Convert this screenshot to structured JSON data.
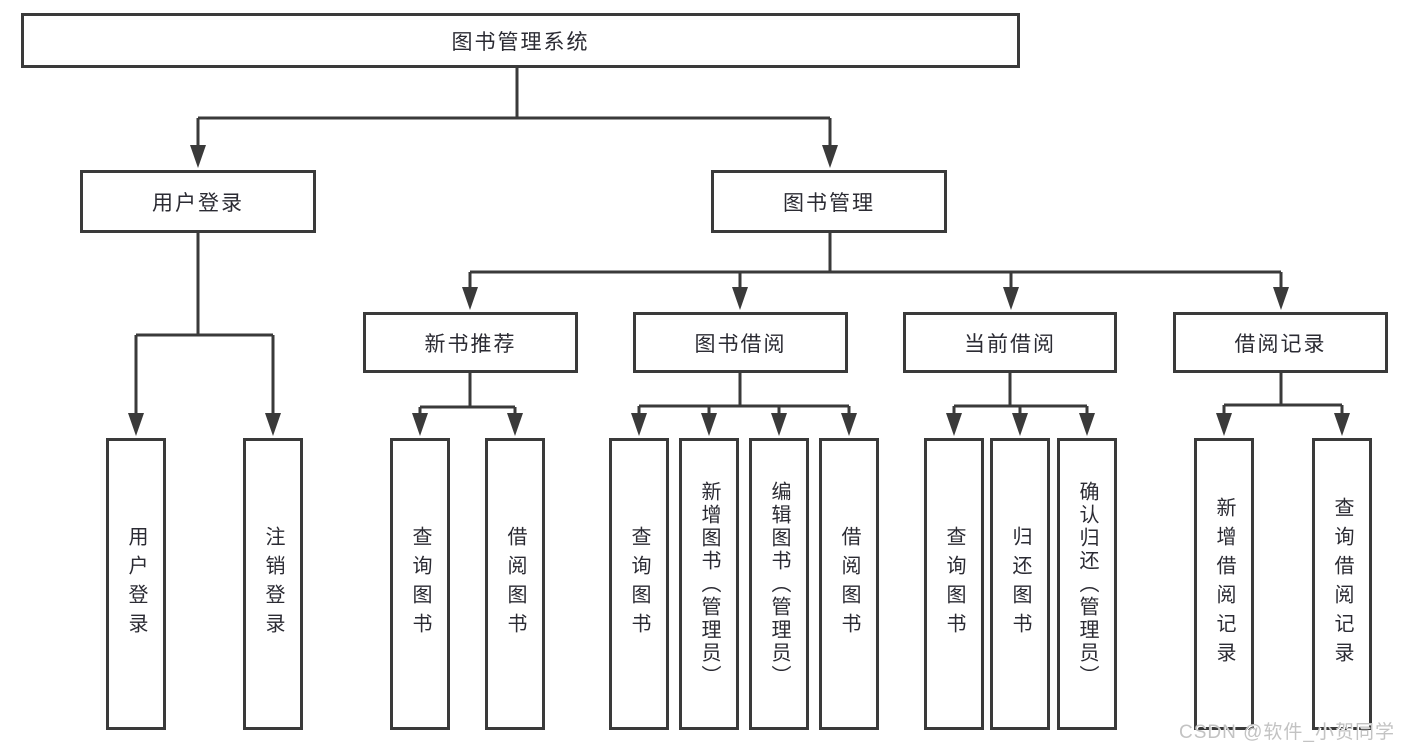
{
  "diagram": {
    "title": "图书管理系统",
    "user_branch": {
      "label": "用户登录",
      "children": [
        "用户登录",
        "注销登录"
      ]
    },
    "management_branch": {
      "label": "图书管理",
      "modules": [
        {
          "label": "新书推荐",
          "children": [
            "查询图书",
            "借阅图书"
          ]
        },
        {
          "label": "图书借阅",
          "children": [
            "查询图书",
            "新增图书（管理员）",
            "编辑图书（管理员）",
            "借阅图书"
          ]
        },
        {
          "label": "当前借阅",
          "children": [
            "查询图书",
            "归还图书",
            "确认归还（管理员）"
          ]
        },
        {
          "label": "借阅记录",
          "children": [
            "新增借阅记录",
            "查询借阅记录"
          ]
        }
      ]
    },
    "watermark": "CSDN @软件_小贺同学",
    "colors": {
      "line": "#3a3a3a",
      "text": "#2b2b33",
      "watermark": "#c3c3c3",
      "background": "#ffffff"
    }
  }
}
